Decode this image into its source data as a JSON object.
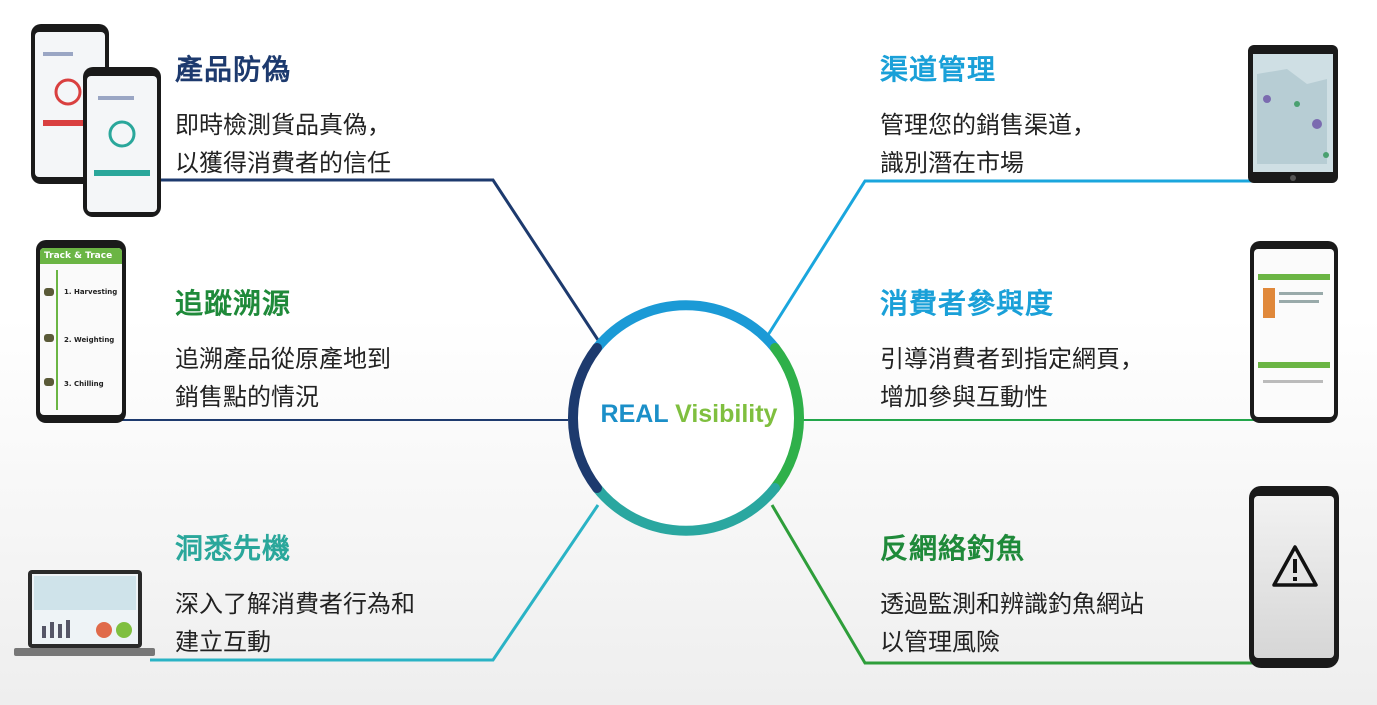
{
  "center": {
    "word1": "REAL",
    "word2": "Visibility"
  },
  "colors": {
    "navy": "#1d3a6e",
    "blue": "#1b9ad6",
    "green": "#2e9e3a",
    "teal": "#2aa79b",
    "lime": "#7fbf3f",
    "dark_green": "#1f8a3a",
    "cyan_blue": "#1aa0d8"
  },
  "topics": [
    {
      "title": "產品防偽",
      "desc": "即時檢測貨品真偽，\n以獲得消費者的信任"
    },
    {
      "title": "追蹤溯源",
      "desc": "追溯產品從原產地到\n銷售點的情況"
    },
    {
      "title": "洞悉先機",
      "desc": "深入了解消費者行為和\n建立互動"
    },
    {
      "title": "渠道管理",
      "desc": "管理您的銷售渠道，\n識別潛在市場"
    },
    {
      "title": "消費者參與度",
      "desc": "引導消費者到指定網頁，\n增加參與互動性"
    },
    {
      "title": "反網絡釣魚",
      "desc": "透過監測和辨識釣魚網站\n以管理風險"
    }
  ],
  "track_trace": {
    "header": "Track & Trace",
    "steps": [
      "1. Harvesting",
      "2. Weighting",
      "3. Chilling"
    ]
  },
  "icons": [
    "warning-icon"
  ]
}
